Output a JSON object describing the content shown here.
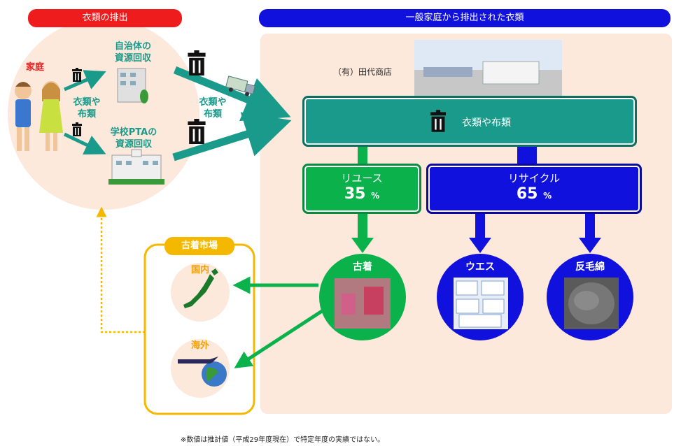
{
  "left_panel": {
    "title": "衣類の排出",
    "household": "家庭",
    "municipal_l1": "自治体の",
    "municipal_l2": "資源回収",
    "school_l1": "学校PTAの",
    "school_l2": "資源回収",
    "clothes_l1": "衣類や",
    "clothes_l2": "布類",
    "clothes2_l1": "衣類や",
    "clothes2_l2": "布類"
  },
  "right_panel": {
    "title": "一般家庭から排出された衣類",
    "company": "（有）田代商店",
    "clothes_box": "衣類や布類",
    "reuse_label": "リユース",
    "reuse_value": "35",
    "recycle_label": "リサイクル",
    "recycle_value": "65",
    "percent": "%",
    "used_clothes": "古着",
    "waste_cloth": "ウエス",
    "reclaimed_wool": "反毛綿"
  },
  "market": {
    "title": "古着市場",
    "domestic": "国内",
    "overseas": "海外"
  },
  "footnote": "※数値は推計値（平成29年度現在）で特定年度の実績ではない。",
  "colors": {
    "red": "#ee1c1c",
    "blue": "#1111dd",
    "teal": "#1a9a8a",
    "green": "#0bb24c",
    "gold": "#f5b800",
    "peach": "#fde8dc"
  }
}
